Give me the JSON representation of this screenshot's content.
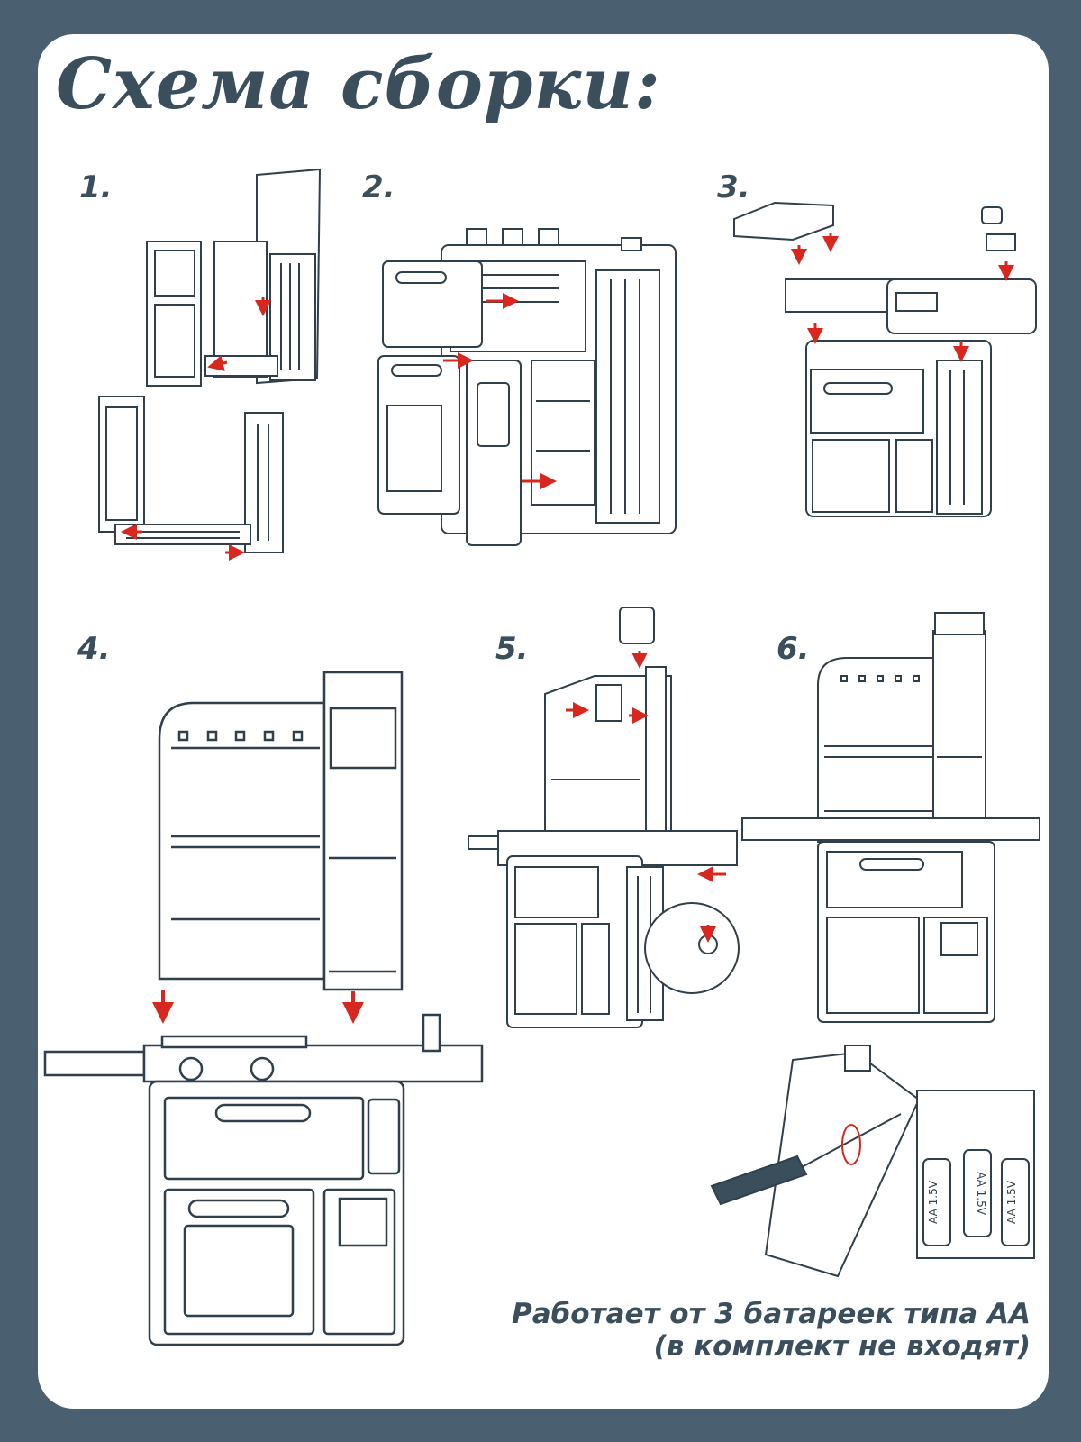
{
  "title": "Схема сборки:",
  "steps": [
    {
      "number": "1."
    },
    {
      "number": "2."
    },
    {
      "number": "3."
    },
    {
      "number": "4."
    },
    {
      "number": "5."
    },
    {
      "number": "6."
    }
  ],
  "battery_note": {
    "line1": "Работает от 3 батареек типа АА",
    "line2": "(в комплект не входят)"
  },
  "battery_label": "AA 1.5V",
  "colors": {
    "background": "#4a5f70",
    "card": "#ffffff",
    "heading": "#3b4e5c",
    "line_art": "#2f3f4b",
    "arrow": "#d8271f"
  }
}
